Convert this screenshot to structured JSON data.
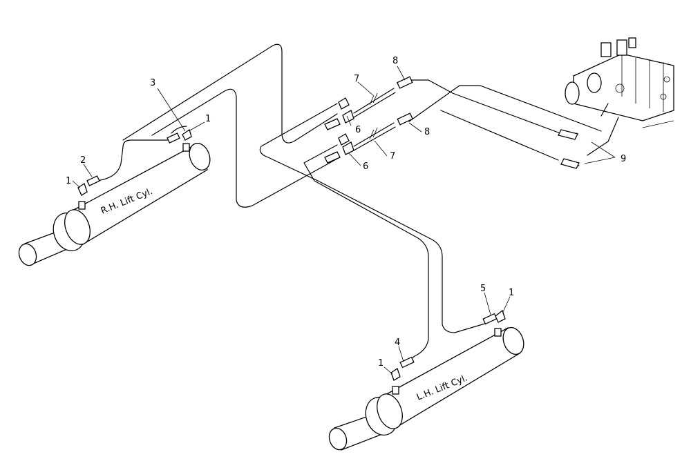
{
  "cylinders": {
    "rh_label": "R.H. Lift Cyl.",
    "lh_label": "L.H. Lift Cyl."
  },
  "callouts": {
    "rh_elbow_upper": "1",
    "rh_elbow_lower": "1",
    "rh_fitting_2": "2",
    "rh_fitting_3": "3",
    "lh_elbow_left": "1",
    "lh_elbow_right": "1",
    "lh_fitting_4": "4",
    "lh_fitting_5": "5",
    "tee_upper": "6",
    "tee_lower": "6",
    "hose_upper": "7",
    "hose_lower": "7",
    "adapter_upper": "8",
    "adapter_lower": "8",
    "valve_fittings": "9"
  }
}
